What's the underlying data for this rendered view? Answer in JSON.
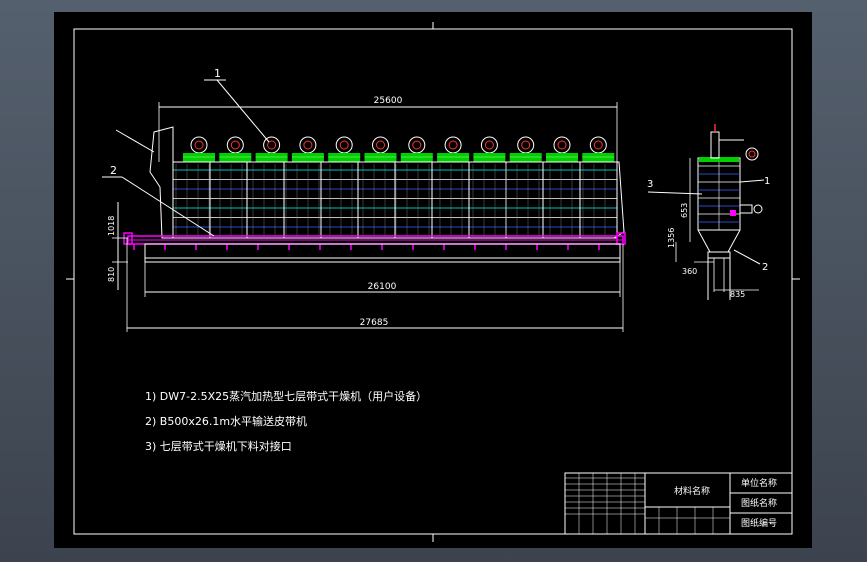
{
  "drawing": {
    "dimensions": {
      "top_span": "25600",
      "bottom_span_1": "26100",
      "bottom_span_2": "27685",
      "left_vertical_1": "1018",
      "left_vertical_2": "810",
      "side_height_1": "653",
      "side_height_2": "1356",
      "side_width_1": "360",
      "side_width_2": "835"
    },
    "callouts": {
      "front_1": "1",
      "front_2": "2",
      "side_1": "1",
      "side_2": "2",
      "side_3": "3"
    },
    "notes": [
      "1) DW7-2.5X25蒸汽加热型七层带式干燥机（用户设备）",
      "2) B500x26.1m水平输送皮带机",
      "3) 七层带式干燥机下料对接口"
    ],
    "title_block": {
      "material_name": "材料名称",
      "unit_name": "单位名称",
      "drawing_name": "图纸名称",
      "drawing_number": "图纸编号"
    }
  },
  "colors": {
    "background": "#000000",
    "line": "#ffffff",
    "green": "#00d000",
    "magenta": "#ff00ff",
    "cyan": "#00ffff",
    "red": "#ff3030",
    "blue": "#4060ff",
    "yellow": "#ffff00",
    "app_background": "#454c58"
  }
}
